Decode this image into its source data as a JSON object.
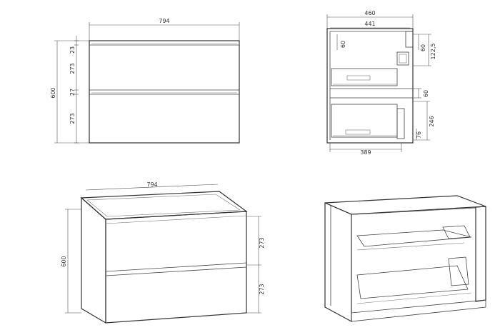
{
  "diagram": {
    "accent_color": "#333333",
    "front_view": {
      "width_label": "794",
      "height_label": "600",
      "top_gap_label": "23",
      "drawer1_label": "273",
      "mid_gap_label": "27",
      "drawer2_label": "273"
    },
    "side_view": {
      "depth_label": "460",
      "inner_depth_label": "441",
      "left_top_label": "60",
      "right_top_label": "60",
      "bracket_label": "122,5",
      "shelf_label": "60",
      "drawer_label": "246",
      "bottom_label": "76",
      "runner_label": "389"
    },
    "iso_view": {
      "width_label": "794",
      "height_label": "600",
      "drawer1_label": "273",
      "drawer2_label": "273"
    }
  }
}
